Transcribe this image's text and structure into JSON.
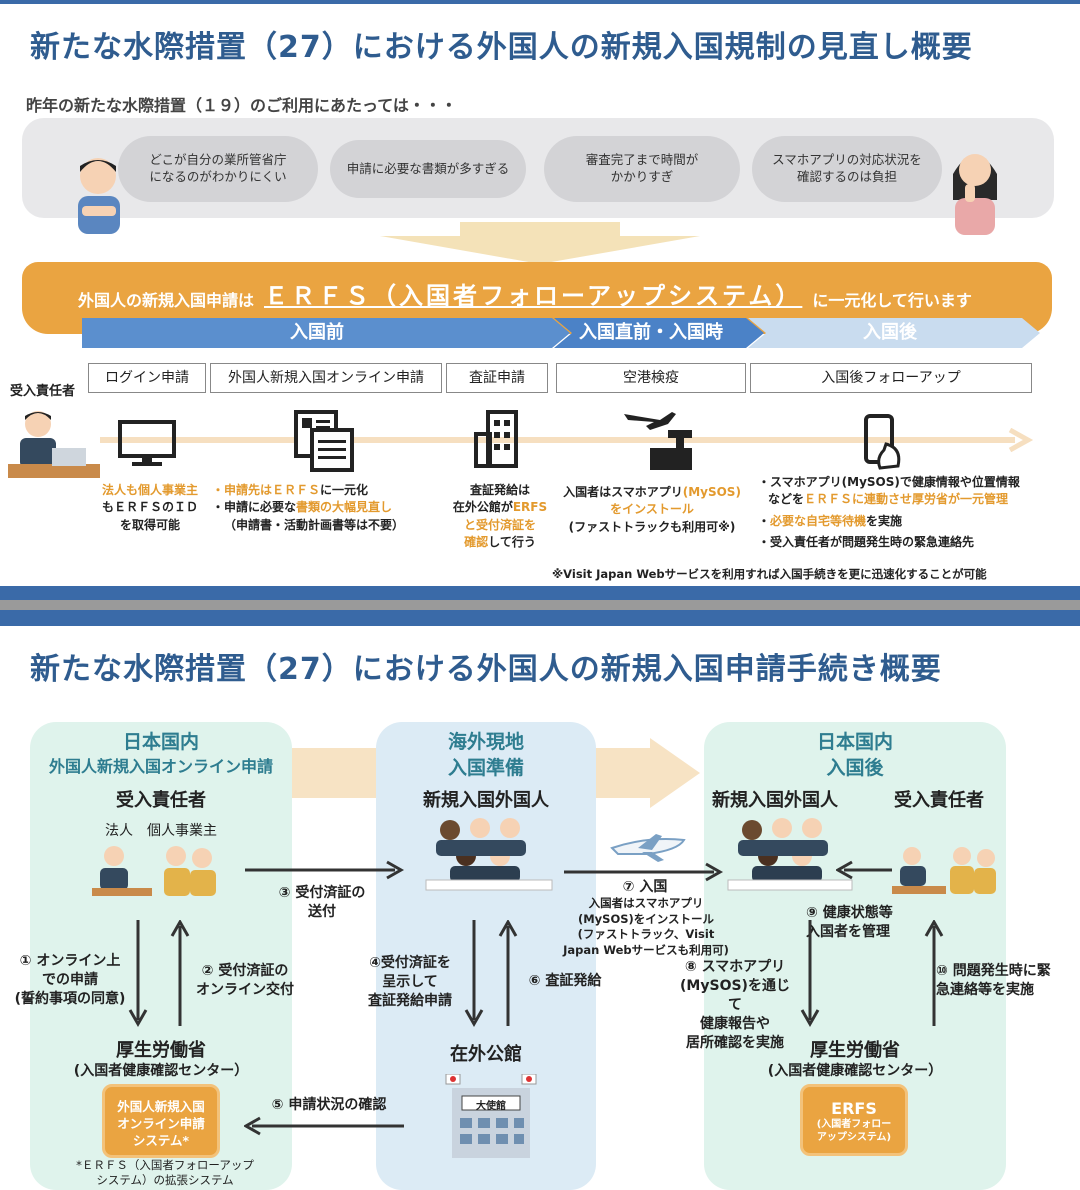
{
  "top": {
    "title": "新たな水際措置（27）における外国人の新規入国規制の見直し概要",
    "subtitle": "昨年の新たな水際措置（１９）のご利用にあたっては・・・",
    "clouds": [
      "どこが自分の業所管省庁\nになるのがわかりにくい",
      "申請に必要な書類が多すぎる",
      "審査完了まで時間が\nかかりすぎ",
      "スマホアプリの対応状況を\n確認するのは負担"
    ],
    "banner_pre": "外国人の新規入国申請は",
    "banner_big": "ＥＲＦＳ（入国者フォローアップシステム）",
    "banner_post": "に一元化して行います",
    "phases": [
      "入国前",
      "入国直前・入国時",
      "入国後"
    ],
    "role_label": "受入責任者",
    "steps": [
      "ログイン申請",
      "外国人新規入国オンライン申請",
      "査証申請",
      "空港検疫",
      "入国後フォローアップ"
    ],
    "notes": {
      "login_1": "法人も個人事業主",
      "login_2": "もＥＲＦＳのＩＤ",
      "login_3": "を取得可能",
      "online_1a": "・申請先は",
      "online_1b": "ＥＲＦＳ",
      "online_1c": "に一元化",
      "online_2a": "・申請に必要な",
      "online_2b": "書類の大幅見直し",
      "online_3": "（申請書・活動計画書等は不要）",
      "visa_1": "査証発給は",
      "visa_2a": "在外公館が",
      "visa_2b": "ERFS",
      "visa_3a": "と受付済証を",
      "visa_4a": "確認",
      "visa_4b": "して行う",
      "airport_1a": "入国者はスマホアプリ",
      "airport_1b": "(MySOS)",
      "airport_2": "をインストール",
      "airport_3": "(ファストトラックも利用可※)",
      "after_1": "・スマホアプリ(MySOS)で健康情報や位置情報",
      "after_2a": "などを",
      "after_2b": "ＥＲＦＳに連動させ厚労省が一元管理",
      "after_3a": "・",
      "after_3b": "必要な自宅等待機",
      "after_3c": "を実施",
      "after_4": "・受入責任者が問題発生時の緊急連絡先"
    },
    "footnote": "※Visit Japan Webサービスを利用すれば入国手続きを更に迅速化することが可能"
  },
  "bottom": {
    "title": "新たな水際措置（27）における外国人の新規入国申請手続き概要",
    "left_panel": {
      "title_1": "日本国内",
      "title_2": "外国人新規入国オンライン申請",
      "role": "受入責任者",
      "sub": "法人　個人事業主",
      "step1": "① オンライン上\nでの申請\n(誓約事項の同意)",
      "step2": "② 受付済証の\nオンライン交付",
      "ministry": "厚生労働省",
      "center": "(入国者健康確認センター）",
      "cyl": "外国人新規入国\nオンライン申請\nシステム*",
      "footnote": "*ＥＲＦＳ（入国者フォローアップ\nシステム）の拡張システム"
    },
    "middle_panel": {
      "title_1": "海外現地",
      "title_2": "入国準備",
      "persons": "新規入国外国人",
      "step4": "④受付済証を\n呈示して\n査証発給申請",
      "step6": "⑥ 査証発給",
      "embassy": "在外公館",
      "embassy_sign": "大使館"
    },
    "right_panel": {
      "title_1": "日本国内",
      "title_2": "入国後",
      "persons": "新規入国外国人",
      "role": "受入責任者",
      "step8": "⑧ スマホアプリ\n(MySOS)を通じて\n健康報告や\n居所確認を実施",
      "step9": "⑨ 健康状態等\n入国者を管理",
      "step10": "⑩ 問題発生時に緊\n急連絡等を実施",
      "ministry": "厚生労働省",
      "center": "(入国者健康確認センター）",
      "cyl_title": "ERFS",
      "cyl_sub": "(入国者フォロー\nアップシステム)"
    },
    "step3": "③ 受付済証の\n送付",
    "step5": "⑤ 申請状況の確認",
    "step7_title": "⑦ 入国",
    "step7_body": "入国者はスマホアプリ\n(MySOS)をインストール\n(ファストトラック、Visit\nJapan Webサービスも利用可)"
  },
  "colors": {
    "title_blue": "#2f5c8f",
    "orange": "#eaa441",
    "panel_green": "#dff3ec",
    "panel_blue": "#dcebf5",
    "phase_blue": "#5b8fce",
    "band_blue": "#3a6aa8"
  }
}
